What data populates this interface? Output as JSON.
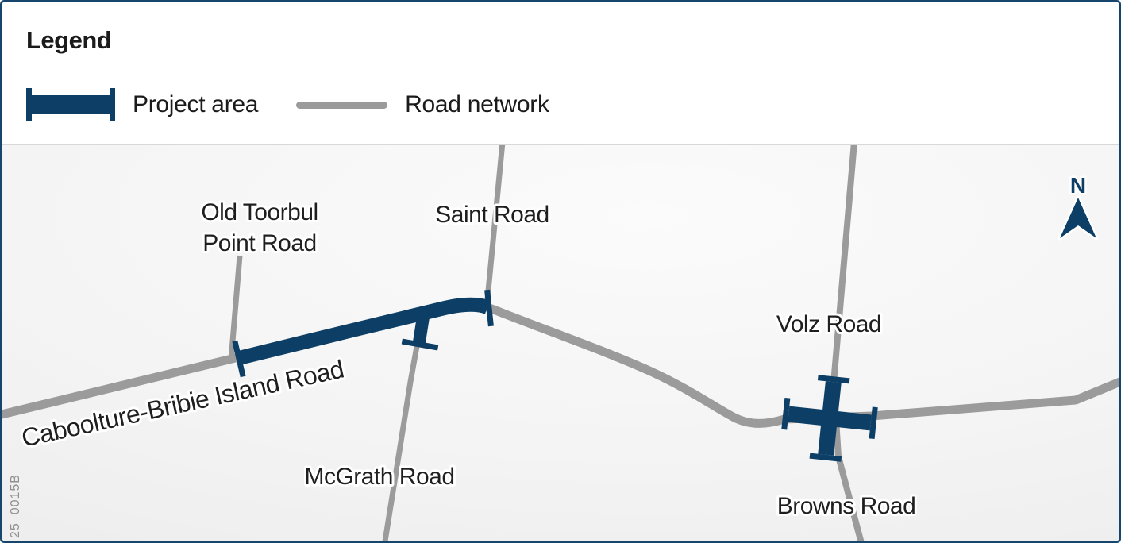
{
  "legend": {
    "title": "Legend",
    "items": [
      {
        "label": "Project area",
        "symbol": "project-area-bar",
        "color": "#0d3f66"
      },
      {
        "label": "Road network",
        "symbol": "road-line",
        "color": "#9b9b9b"
      }
    ]
  },
  "map": {
    "north_label": "N",
    "drawing_code": "25_0015B",
    "road_labels": {
      "old_toorbul": {
        "line1": "Old Toorbul",
        "line2": "Point Road"
      },
      "saint": "Saint Road",
      "caboolture": "Caboolture-Bribie Island Road",
      "mcgrath": "McGrath Road",
      "volz": "Volz Road",
      "browns": "Browns Road"
    },
    "colors": {
      "project_area": "#0d3f66",
      "road_network": "#9b9b9b",
      "frame_border": "#16466e",
      "label_text": "#1f1f1f"
    }
  }
}
